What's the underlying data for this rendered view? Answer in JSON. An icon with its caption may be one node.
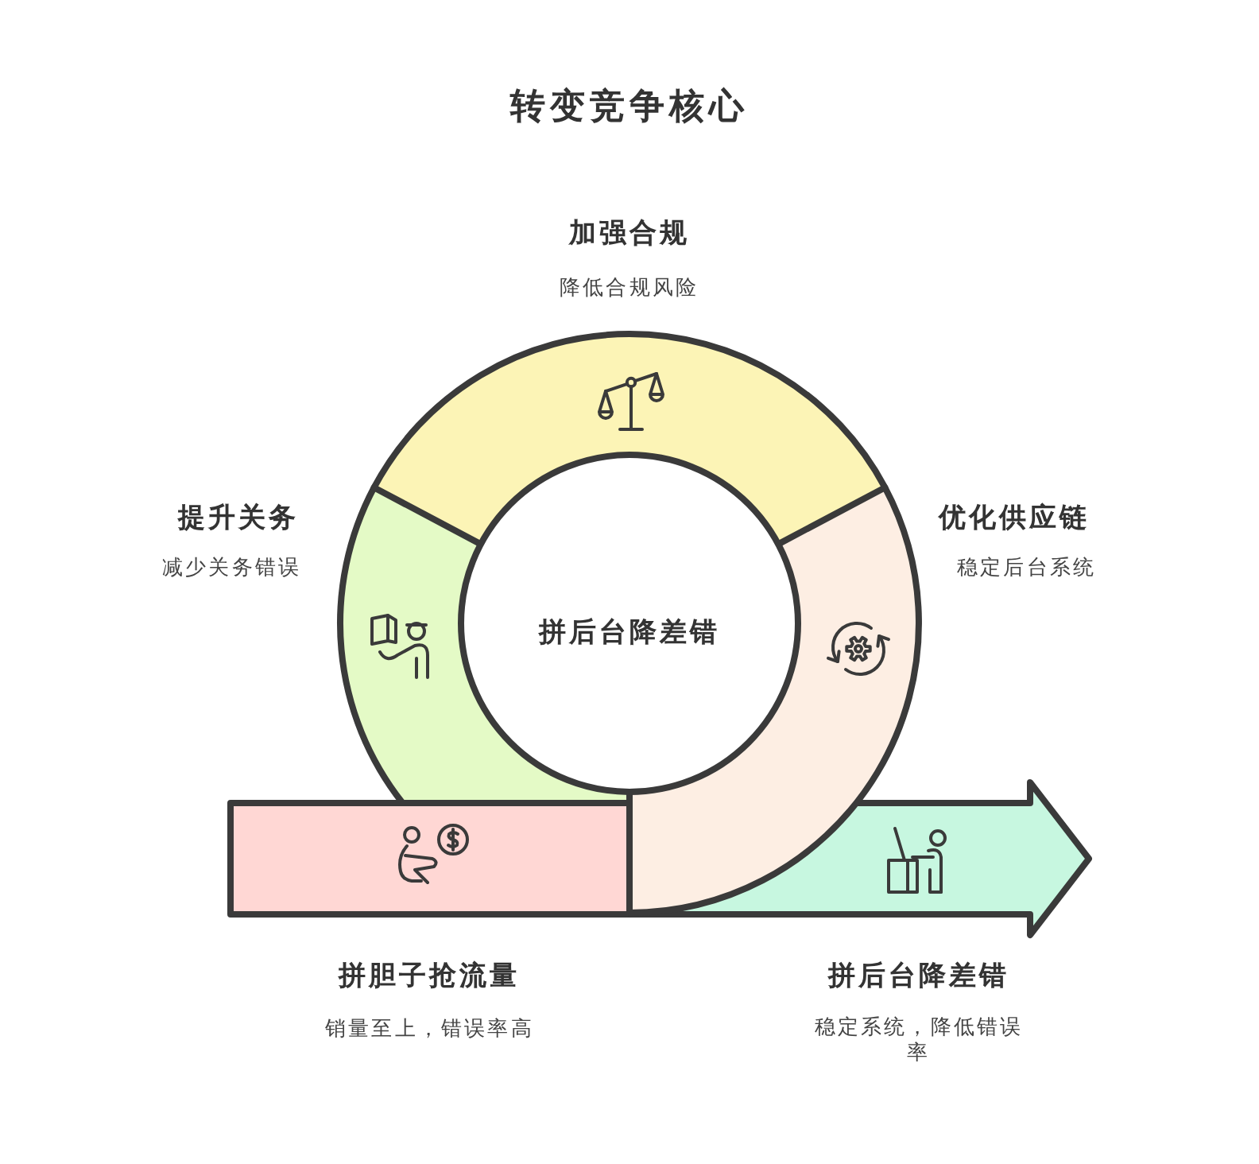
{
  "diagram": {
    "title": "转变竞争核心",
    "nodes": [
      {
        "text": [
          "加强合规",
          "降低合规风险"
        ]
      },
      {
        "text": [
          "提升关务",
          "减少关务错误"
        ]
      },
      {
        "text": [
          "优化供应链",
          "稳定后台系统"
        ]
      },
      {
        "text": [
          "拼后台降差错"
        ]
      },
      {
        "text": [
          "拼胆子抢流量",
          "销量至上，错误率高"
        ]
      },
      {
        "text": [
          "拼后台降差错",
          "稳定系统，降低错误率"
        ]
      }
    ]
  }
}
